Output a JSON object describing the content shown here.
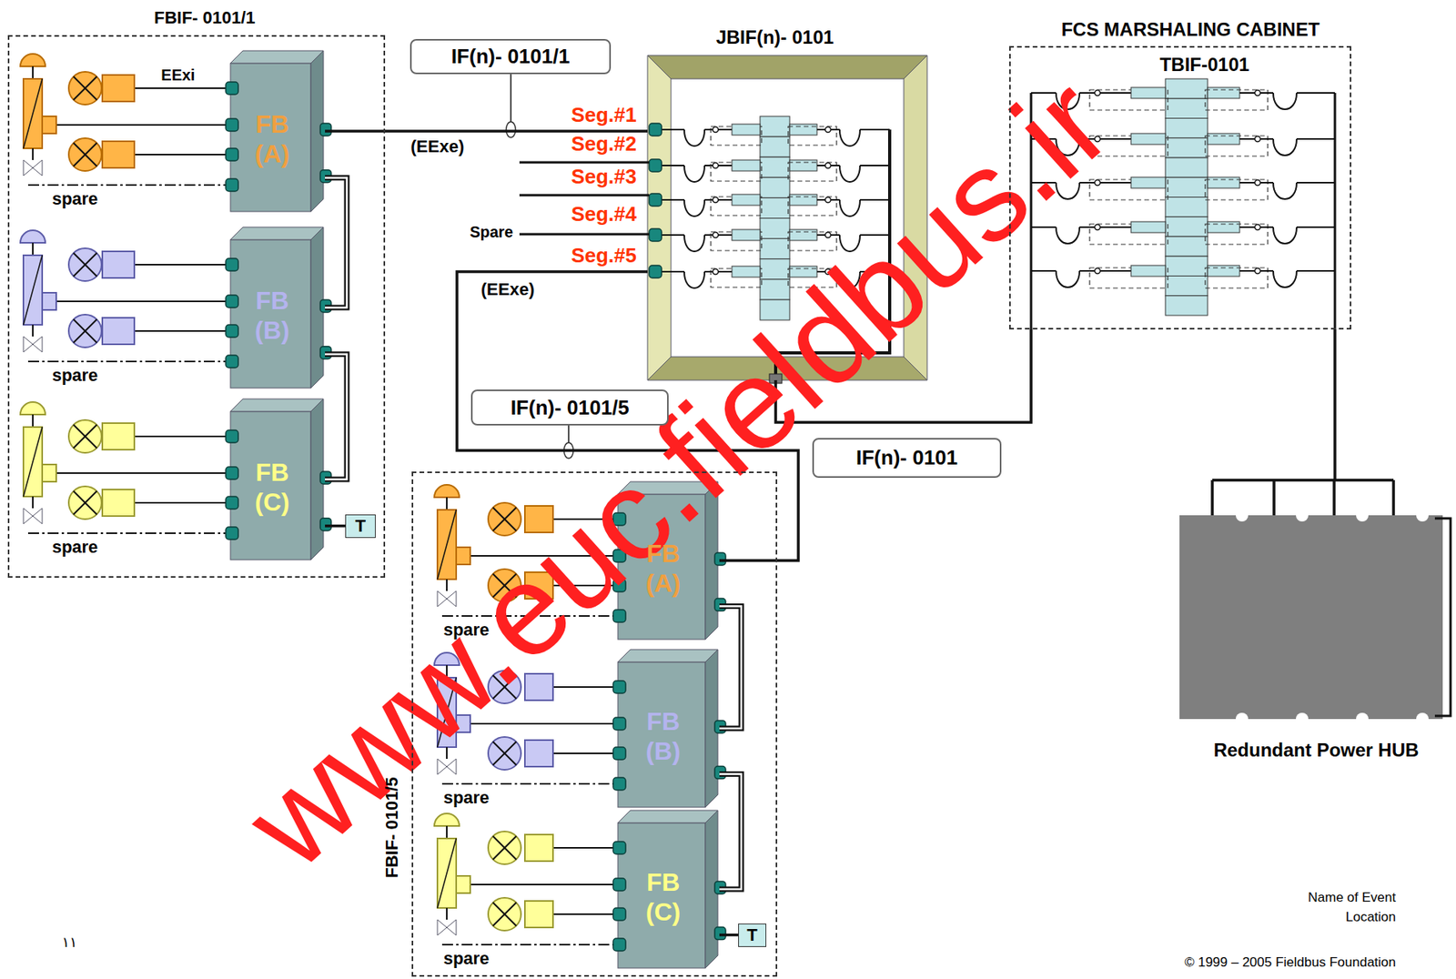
{
  "diagram": {
    "nodes": [
      {
        "text": [
          "FBIF- 0101/1"
        ]
      },
      {
        "text": [
          "FB (A)"
        ],
        "in": 0
      },
      {
        "text": [
          "FB (B)"
        ],
        "in": 0
      },
      {
        "text": [
          "FB (C)"
        ],
        "in": 0
      },
      {
        "text": [
          "T"
        ],
        "in": 0
      },
      {
        "text": [
          "IF(n)- 0101/1"
        ]
      },
      {
        "text": [
          "JBIF(n)- 0101"
        ]
      },
      {
        "text": [
          "FCS MARSHALING CABINET",
          "TBIF-0101"
        ]
      },
      {
        "text": [
          "IF(n)- 0101/5"
        ]
      },
      {
        "text": [
          "IF(n)- 0101"
        ]
      },
      {
        "text": [
          "FBIF- 0101/5"
        ]
      },
      {
        "text": [
          "FB (A)"
        ],
        "in": 10
      },
      {
        "text": [
          "FB (B)"
        ],
        "in": 10
      },
      {
        "text": [
          "FB (C)"
        ],
        "in": 10
      },
      {
        "text": [
          "T"
        ],
        "in": 10
      },
      {
        "text": [
          "Redundant Power HUB"
        ]
      }
    ],
    "edges": [
      {
        "from": 1,
        "to": 6,
        "arrow": "none",
        "label": "Seg.#1"
      },
      {
        "from": 1,
        "to": 2,
        "arrow": "none"
      },
      {
        "from": 2,
        "to": 3,
        "arrow": "none"
      },
      {
        "from": 3,
        "to": 4,
        "arrow": "none"
      },
      {
        "from": 11,
        "to": 6,
        "arrow": "none",
        "label": "Seg.#5"
      },
      {
        "from": 11,
        "to": 12,
        "arrow": "none"
      },
      {
        "from": 12,
        "to": 13,
        "arrow": "none"
      },
      {
        "from": 13,
        "to": 14,
        "arrow": "none"
      },
      {
        "from": 6,
        "to": 7,
        "arrow": "none"
      },
      {
        "from": 7,
        "to": 15,
        "arrow": "none"
      }
    ],
    "labels": [
      "EExi",
      "(EExe)",
      "spare",
      "spare",
      "spare",
      "Seg.#2",
      "Seg.#3",
      "Spare",
      "Seg.#4",
      "(EExe)",
      "spare",
      "spare",
      "spare",
      "Name of Event",
      "Location",
      "© 1999 – 2005 Fieldbus Foundation",
      "١١",
      "www.euc.fieldbus.ir"
    ]
  }
}
